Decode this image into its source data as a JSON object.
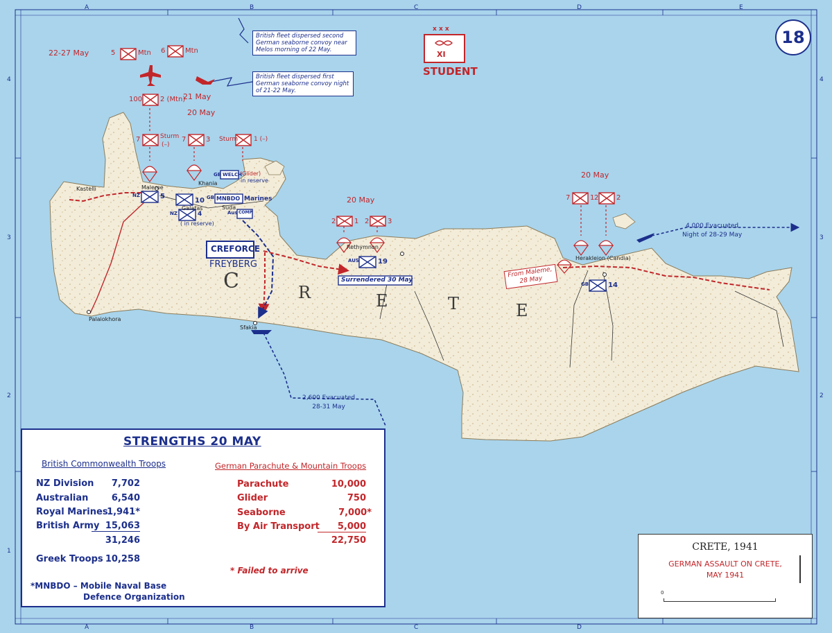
{
  "map_number": "18",
  "grid": {
    "columns": [
      "A",
      "B",
      "C",
      "D",
      "E"
    ],
    "rows": [
      "4",
      "3",
      "2",
      "1"
    ]
  },
  "labels": {
    "xxx": "x x x",
    "xi": "XI",
    "student": "STUDENT",
    "date_22_27": "22-27 May",
    "mtn5_n": "5",
    "mtn6_n": "6",
    "mtn": "Mtn",
    "d21": "21 May",
    "unit100": "100",
    "unit2mtn": "2 (Mtn)",
    "w20_west": "20 May",
    "sturm": "Sturm",
    "minus": "(–)",
    "sturm1": "1 (–)",
    "n7": "7",
    "n3": "3",
    "glider": "(Glider)",
    "in_reserve": "in reserve",
    "in_reserve_paren": "( in reserve)",
    "gb": "GB",
    "welch": "WELCH",
    "mnbdo": "MNBDO",
    "marines": "Marines",
    "nz": "NZ",
    "n5": "5",
    "n10": "10",
    "n4": "4",
    "aus": "Aus",
    "comp": "COMP",
    "aus19": "AUS",
    "n19": "19",
    "n14": "14",
    "n2": "2",
    "n1": "1",
    "creforce": "CREFORCE",
    "freyberg": "FREYBERG",
    "crete_letters": [
      "C",
      "R",
      "E",
      "T",
      "E"
    ],
    "w20_ret": "20 May",
    "w20_her": "20 May",
    "surrendered": "Surrendered 30 May",
    "from_maleme": "From Maleme,",
    "from_maleme2": "28 May",
    "evac_east_1": "4,000 Evacuated",
    "evac_east_2": "Night of 28-29 May",
    "evac_south_1": "2,600 Evacuated",
    "evac_south_2": "28-31 May"
  },
  "places": {
    "kastelli": "Kastelli",
    "maleme": "Maleme",
    "khania": "Khania",
    "suda": "Suda",
    "galatas": "Galatas",
    "retimo": "Rethymnon",
    "herakleion": "Herakleion (Candia)",
    "sfakia": "Sfakia",
    "palaiokhora": "Palaiokhora"
  },
  "notes": {
    "note1": [
      "British fleet dispersed second",
      "German seaborne convoy near",
      "Melos morning of 22 May."
    ],
    "note2": [
      "British fleet dispersed first",
      "German seaborne convoy night",
      "of 21-22 May."
    ]
  },
  "strengths": {
    "title": "STRENGTHS  20  MAY",
    "british_header": "British Commonwealth Troops",
    "german_header": "German Parachute & Mountain Troops",
    "british": [
      {
        "label": "NZ Division",
        "value": "7,702"
      },
      {
        "label": "Australian",
        "value": "6,540"
      },
      {
        "label": "Royal Marines",
        "value": "1,941*"
      },
      {
        "label": "British Army",
        "value": "15,063"
      }
    ],
    "british_total": "31,246",
    "greek": {
      "label": "Greek Troops",
      "value": "10,258"
    },
    "german": [
      {
        "label": "Parachute",
        "value": "10,000"
      },
      {
        "label": "Glider",
        "value": "750"
      },
      {
        "label": "Seaborne",
        "value": "7,000*"
      },
      {
        "label": "By Air Transport",
        "value": "5,000"
      }
    ],
    "german_total": "22,750",
    "footnote_mnbdo_1": "*MNBDO – Mobile Naval Base",
    "footnote_mnbdo_2": "Defence Organization",
    "failed": "* Failed to arrive"
  },
  "title_box": {
    "title": "CRETE, 1941",
    "subtitle1": "GERMAN ASSAULT ON CRETE,",
    "subtitle2": "MAY 1941",
    "scale_zero": "0"
  },
  "colors": {
    "sea": "#a9d4ec",
    "land": "#f2ecd9",
    "relief": "#c9ab7d",
    "british": "#1c2f8c",
    "german": "#c2262a"
  }
}
